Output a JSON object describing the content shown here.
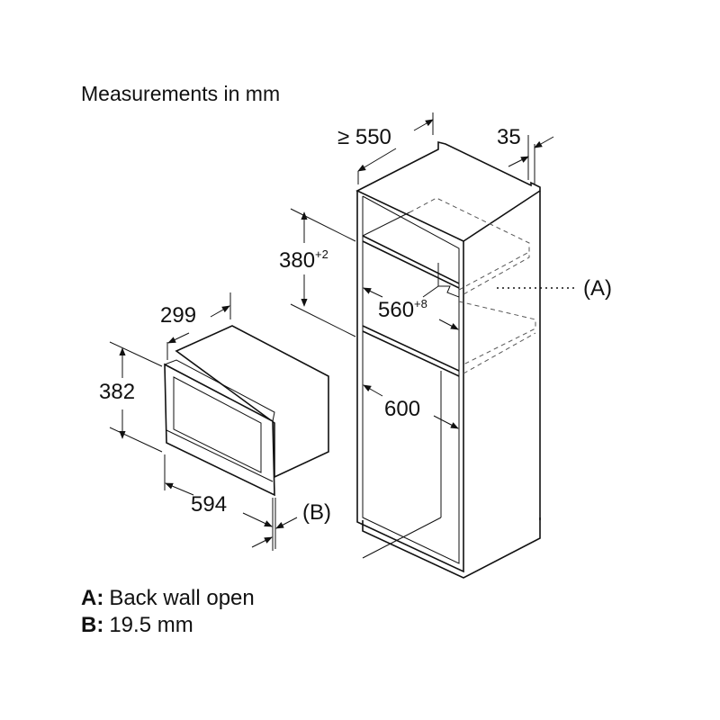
{
  "title": "Measurements in mm",
  "dimensions": {
    "cabinet_depth": "≥ 550",
    "cabinet_offset": "35",
    "niche_height": "380",
    "niche_height_tol": "+2",
    "niche_width": "560",
    "niche_width_tol": "+8",
    "cabinet_width": "600",
    "appliance_depth": "299",
    "appliance_height": "382",
    "appliance_width": "594",
    "label_a": "(A)",
    "label_b": "(B)"
  },
  "legend": [
    {
      "key": "A:",
      "text": "Back wall open"
    },
    {
      "key": "B:",
      "text": "19.5 mm"
    }
  ]
}
